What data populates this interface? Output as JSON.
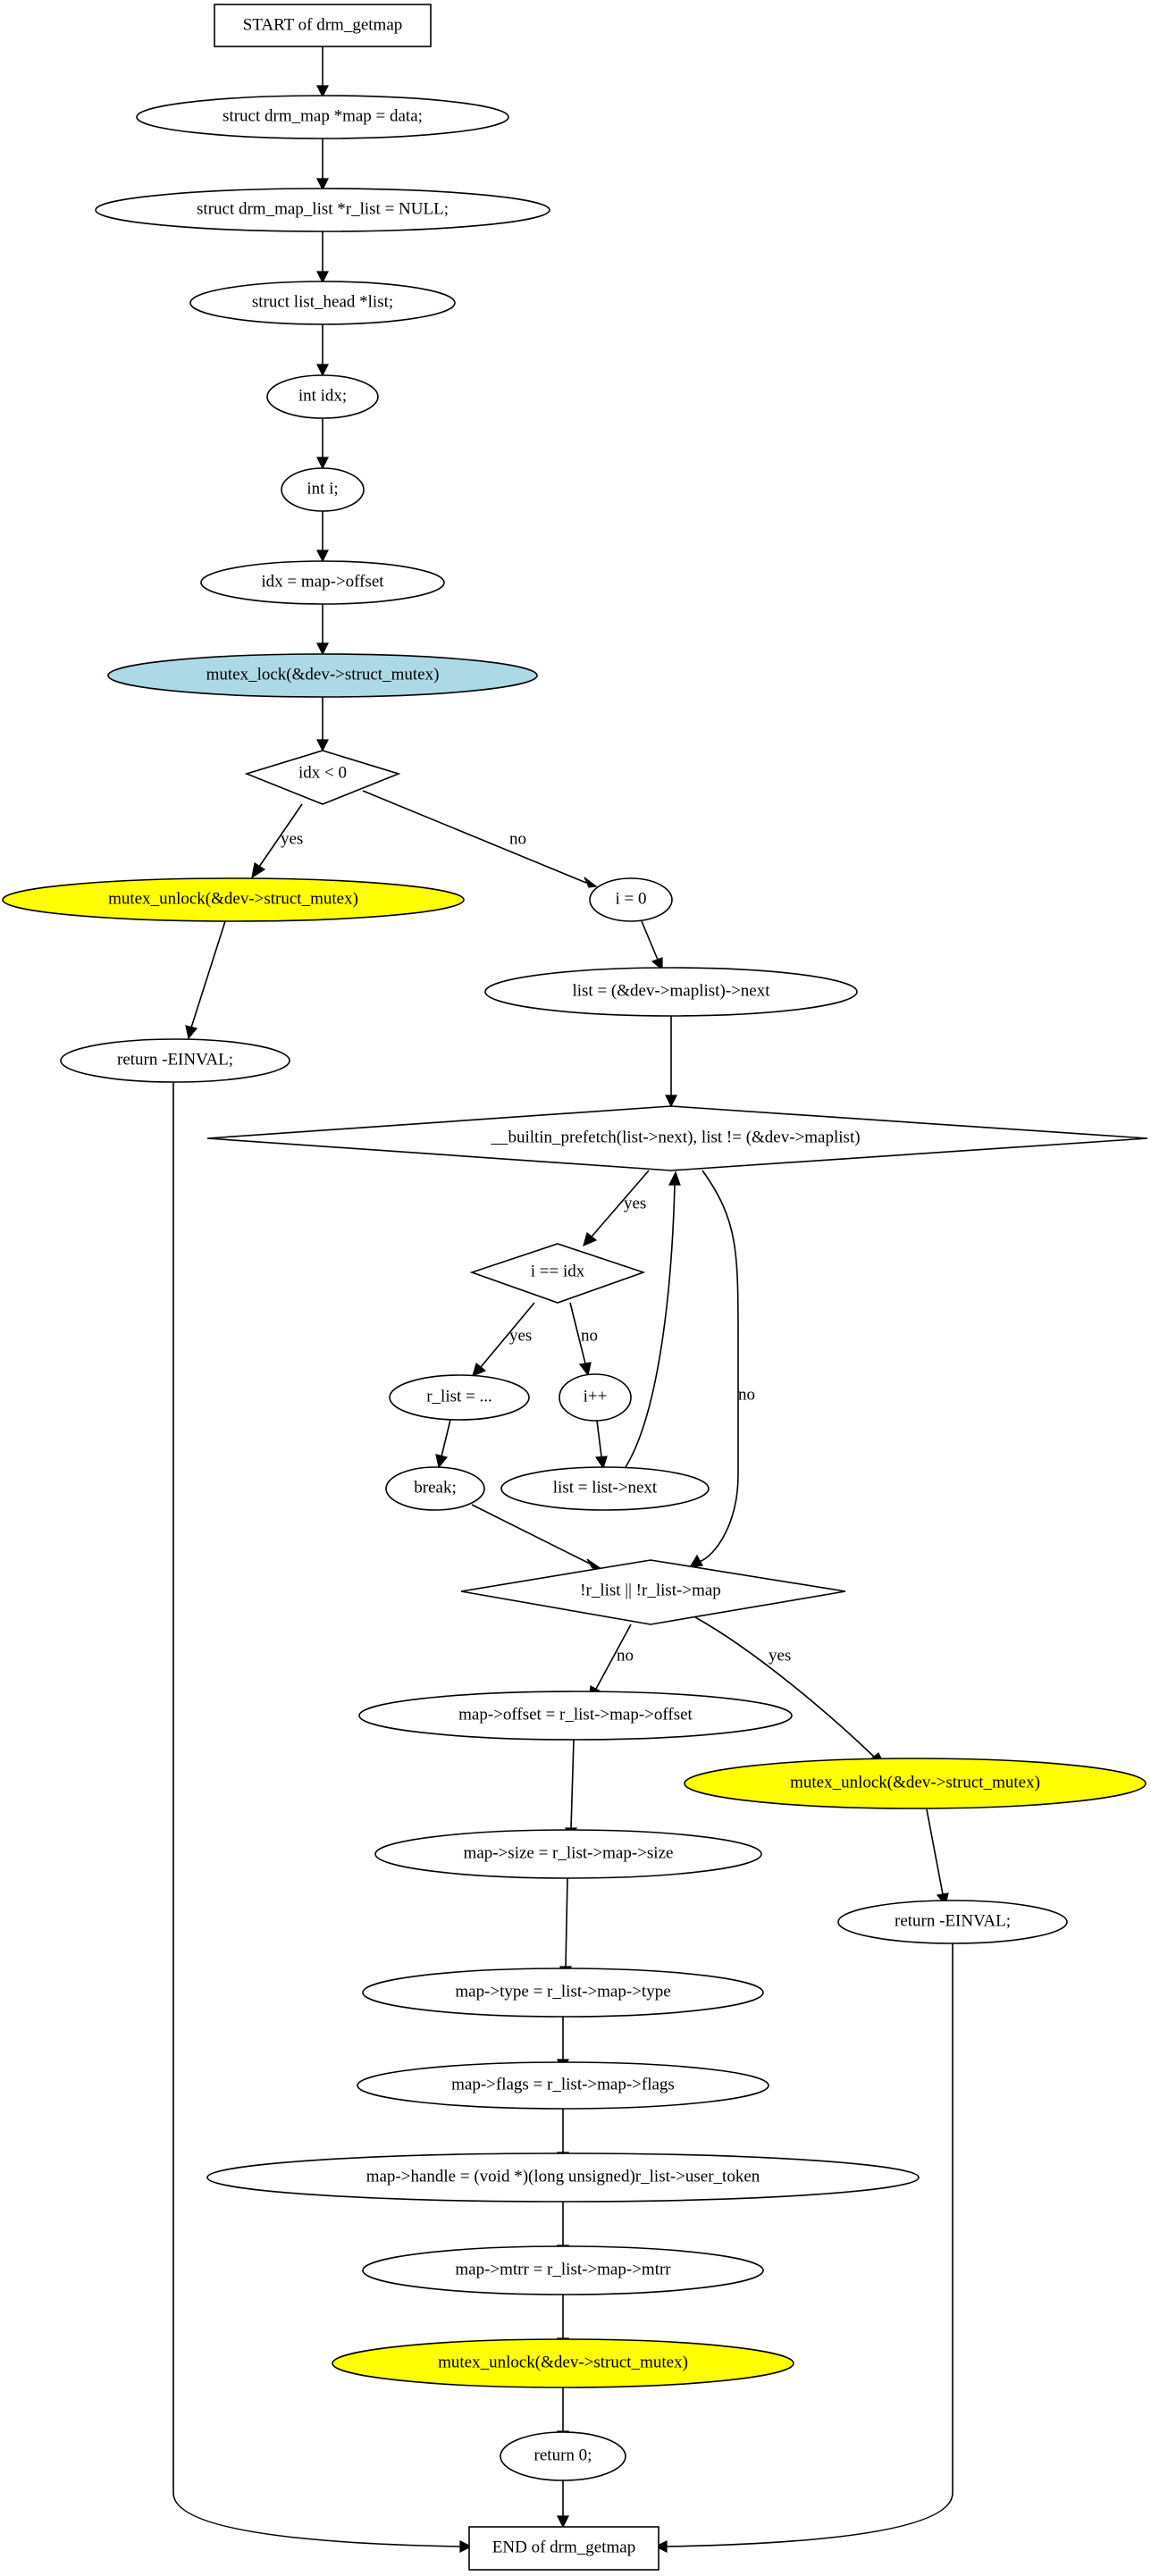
{
  "diagram": {
    "nodes": {
      "start": "START of drm_getmap",
      "n1": "struct drm_map *map = data;",
      "n2": "struct drm_map_list *r_list = NULL;",
      "n3": "struct list_head *list;",
      "n4": "int idx;",
      "n5": "int i;",
      "n6": "idx = map->offset",
      "n7": "mutex_lock(&dev->struct_mutex)",
      "d1": "idx < 0",
      "n8": "mutex_unlock(&dev->struct_mutex)",
      "n9": "return -EINVAL;",
      "n10": "i = 0",
      "n11": "list = (&dev->maplist)->next",
      "d2": "__builtin_prefetch(list->next), list != (&dev->maplist)",
      "d3": "i == idx",
      "n12": "r_list = ...",
      "n13": "i++",
      "n14": "break;",
      "n15": "list = list->next",
      "d4": "!r_list || !r_list->map",
      "n16": "map->offset = r_list->map->offset",
      "n17": "mutex_unlock(&dev->struct_mutex)",
      "n18": "map->size = r_list->map->size",
      "n19": "return -EINVAL;",
      "n20": "map->type = r_list->map->type",
      "n21": "map->flags = r_list->map->flags",
      "n22": "map->handle = (void *)(long unsigned)r_list->user_token",
      "n23": "map->mtrr = r_list->map->mtrr",
      "n24": "mutex_unlock(&dev->struct_mutex)",
      "n25": "return 0;",
      "end": "END of drm_getmap"
    },
    "edge_labels": {
      "d1_yes": "yes",
      "d1_no": "no",
      "d2_yes": "yes",
      "d2_no": "no",
      "d3_yes": "yes",
      "d3_no": "no",
      "d4_no": "no",
      "d4_yes": "yes"
    },
    "colors": {
      "lock_fill": "#add8e6",
      "unlock_fill": "#ffff00",
      "default_fill": "#ffffff",
      "stroke": "#000000"
    }
  }
}
